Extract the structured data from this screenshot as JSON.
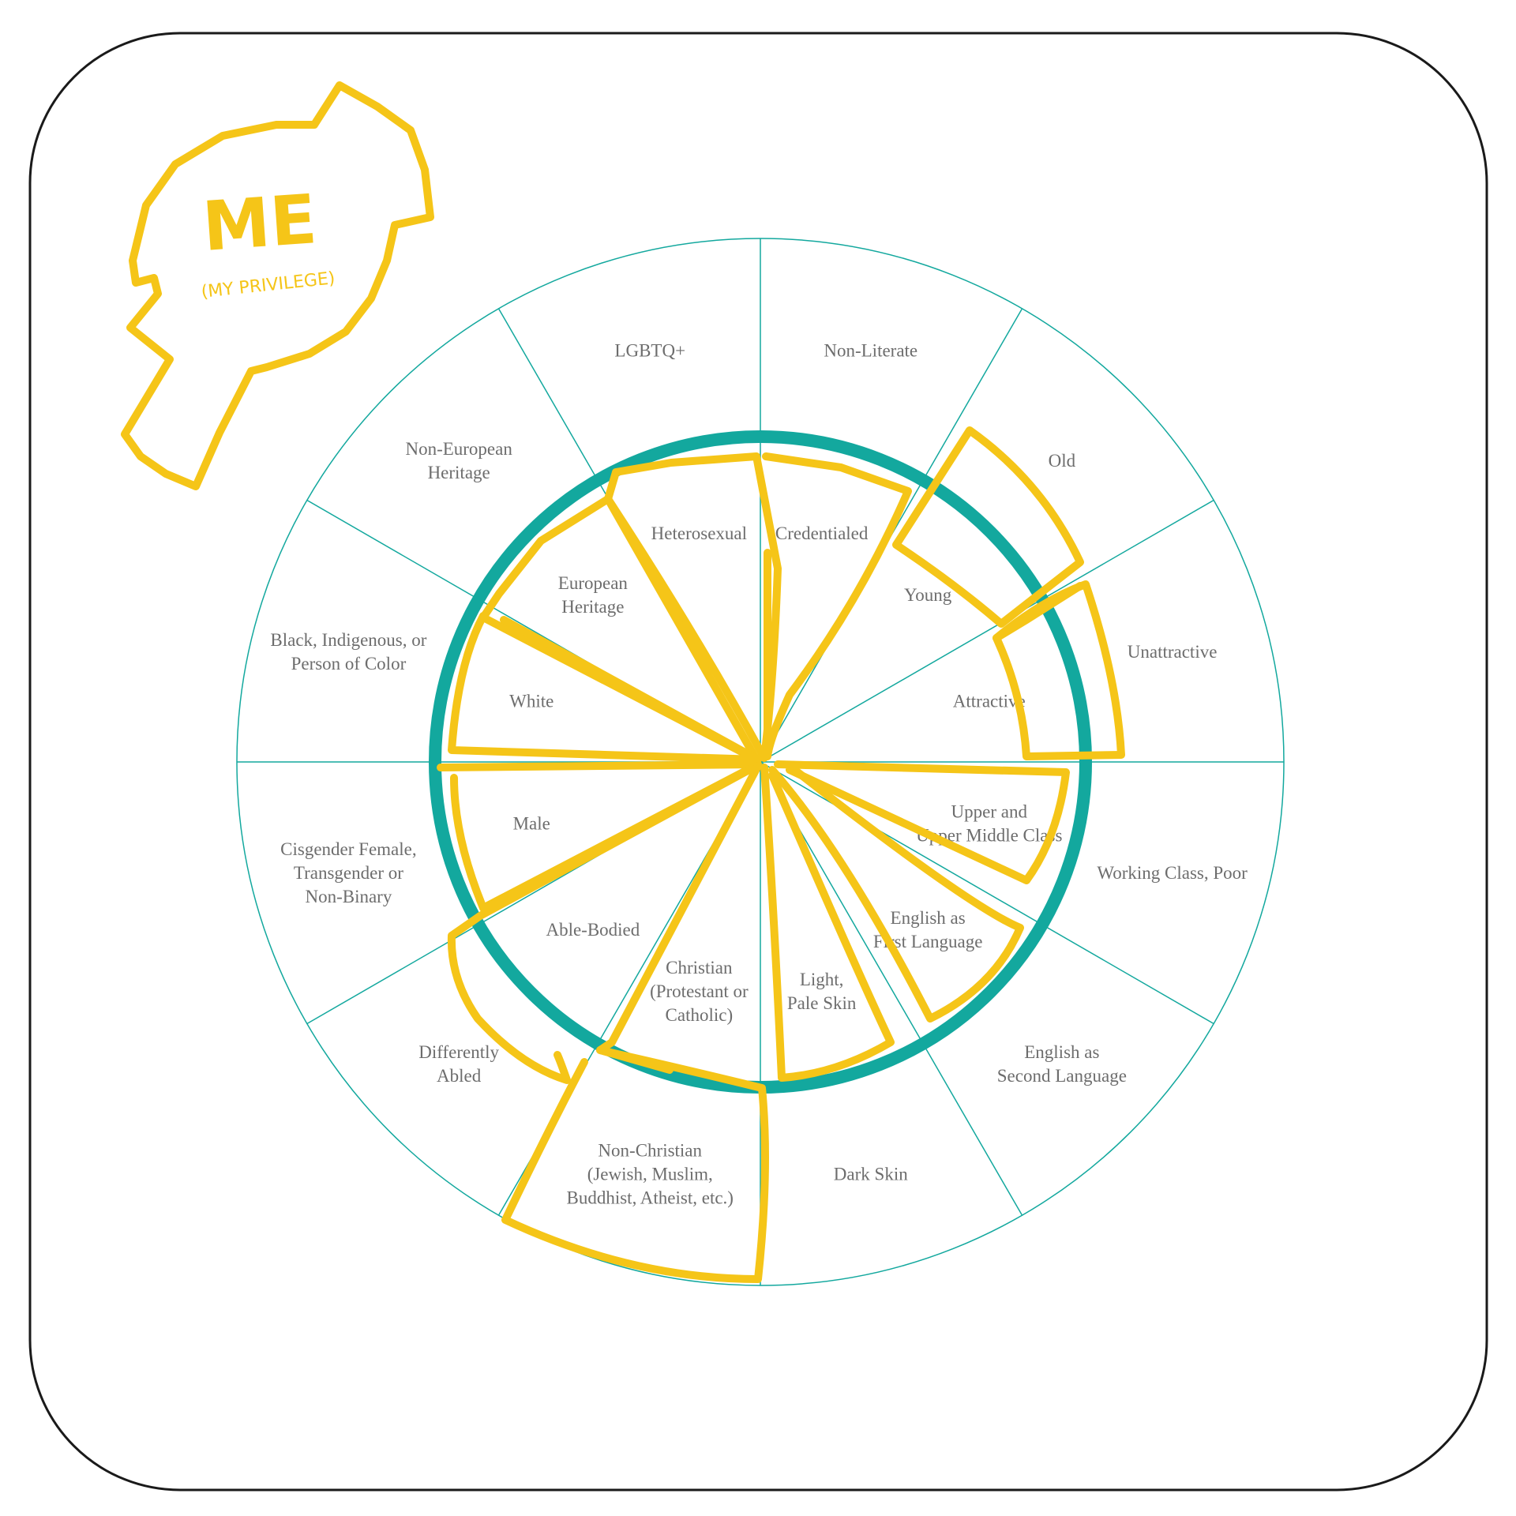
{
  "badge": {
    "title": "ME",
    "subtitle": "(MY PRIVILEGE)"
  },
  "colors": {
    "ring": "#13a89e",
    "highlight": "#f5c518",
    "label": "#6d6d6d",
    "frame": "#1a1a1a"
  },
  "wheel": {
    "inner": [
      {
        "lines": [
          "Heterosexual"
        ]
      },
      {
        "lines": [
          "Credentialed"
        ]
      },
      {
        "lines": [
          "Young"
        ]
      },
      {
        "lines": [
          "Attractive"
        ]
      },
      {
        "lines": [
          "Upper and",
          "Upper Middle Class"
        ]
      },
      {
        "lines": [
          "English as",
          "First Language"
        ]
      },
      {
        "lines": [
          "Light,",
          "Pale Skin"
        ]
      },
      {
        "lines": [
          "Christian",
          "(Protestant or",
          "Catholic)"
        ]
      },
      {
        "lines": [
          "Able-Bodied"
        ]
      },
      {
        "lines": [
          "Male"
        ]
      },
      {
        "lines": [
          "White"
        ]
      },
      {
        "lines": [
          "European",
          "Heritage"
        ]
      }
    ],
    "outer": [
      {
        "lines": [
          "LGBTQ+"
        ]
      },
      {
        "lines": [
          "Non-Literate"
        ]
      },
      {
        "lines": [
          "Old"
        ]
      },
      {
        "lines": [
          "Unattractive"
        ]
      },
      {
        "lines": [
          "Working Class, Poor"
        ]
      },
      {
        "lines": [
          "English as",
          "Second Language"
        ]
      },
      {
        "lines": [
          "Dark Skin"
        ]
      },
      {
        "lines": [
          "Non-Christian",
          "(Jewish, Muslim,",
          "Buddhist, Atheist, etc.)"
        ]
      },
      {
        "lines": [
          "Differently",
          "Abled"
        ]
      },
      {
        "lines": [
          "Cisgender Female,",
          "Transgender or",
          "Non-Binary"
        ]
      },
      {
        "lines": [
          "Black, Indigenous, or",
          "Person of Color"
        ]
      },
      {
        "lines": [
          "Non-European",
          "Heritage"
        ]
      }
    ]
  }
}
